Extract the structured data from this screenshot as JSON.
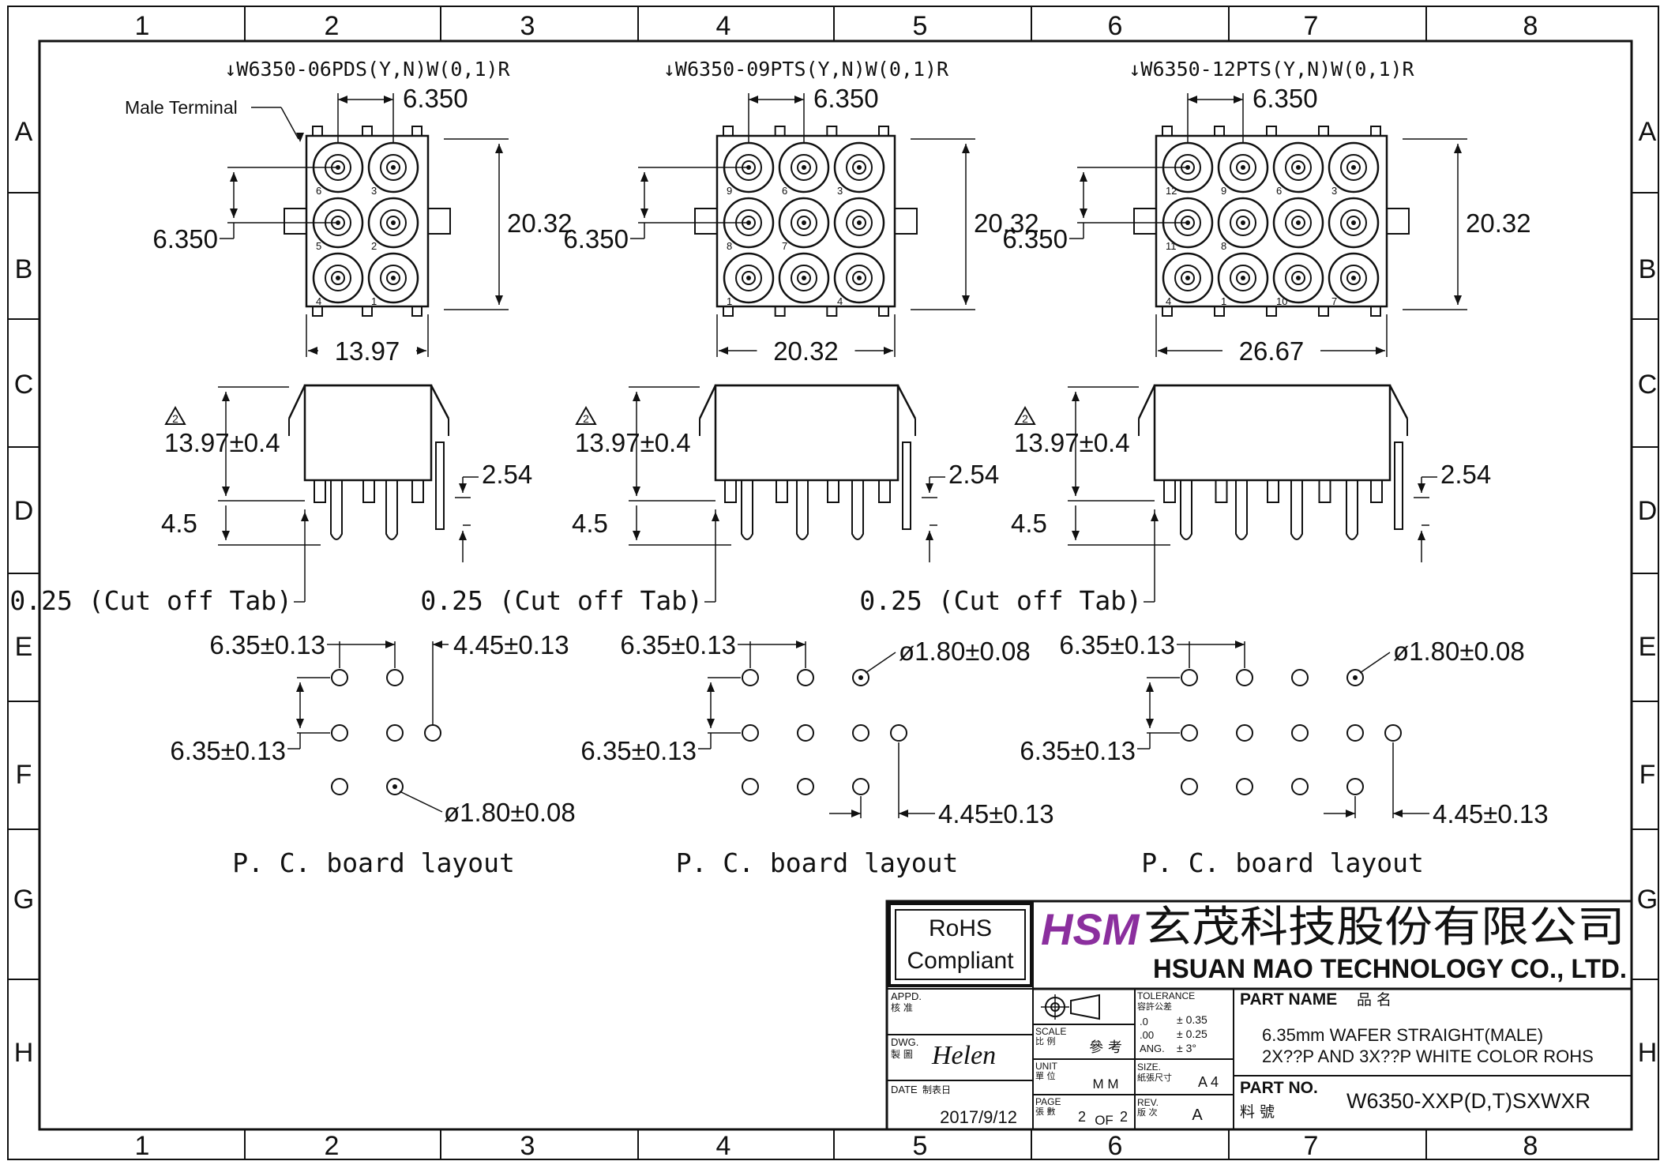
{
  "frame": {
    "columns": [
      "1",
      "2",
      "3",
      "4",
      "5",
      "6",
      "7",
      "8"
    ],
    "rows": [
      "A",
      "B",
      "C",
      "D",
      "E",
      "F",
      "G",
      "H"
    ]
  },
  "variants": [
    {
      "part_code": "↓W6350-06PDS(Y,N)W(0,1)R",
      "male_terminal_label": "Male Terminal",
      "pitch_top": "6.350",
      "pitch_side": "6.350",
      "height_dim": "20.32",
      "width_dim": "13.97",
      "side_height": "13.97±0.4",
      "side_tab": "2.54",
      "side_pin": "4.5",
      "cut_off_tab": "0.25 (Cut off Tab)",
      "rev_mark": "2",
      "pcb_pitch_x": "6.35±0.13",
      "pcb_pitch_y": "6.35±0.13",
      "pcb_offset": "4.45±0.13",
      "pcb_hole": "ø1.80±0.08",
      "pcb_caption": "P. C. board layout",
      "pin_numbers": [
        "6",
        "3",
        "5",
        "2",
        "4",
        "1"
      ]
    },
    {
      "part_code": "↓W6350-09PTS(Y,N)W(0,1)R",
      "pitch_top": "6.350",
      "pitch_side": "6.350",
      "height_dim": "20.32",
      "width_dim": "20.32",
      "side_height": "13.97±0.4",
      "side_tab": "2.54",
      "side_pin": "4.5",
      "cut_off_tab": "0.25 (Cut off Tab)",
      "rev_mark": "2",
      "pcb_pitch_x": "6.35±0.13",
      "pcb_pitch_y": "6.35±0.13",
      "pcb_offset": "4.45±0.13",
      "pcb_hole": "ø1.80±0.08",
      "pcb_caption": "P. C. board layout",
      "pin_numbers": [
        "9",
        "6",
        "3",
        "8",
        "7",
        "4",
        "1"
      ]
    },
    {
      "part_code": "↓W6350-12PTS(Y,N)W(0,1)R",
      "pitch_top": "6.350",
      "pitch_side": "6.350",
      "height_dim": "20.32",
      "width_dim": "26.67",
      "side_height": "13.97±0.4",
      "side_tab": "2.54",
      "side_pin": "4.5",
      "cut_off_tab": "0.25 (Cut off Tab)",
      "rev_mark": "2",
      "pcb_pitch_x": "6.35±0.13",
      "pcb_pitch_y": "6.35±0.13",
      "pcb_offset": "4.45±0.13",
      "pcb_hole": "ø1.80±0.08",
      "pcb_caption": "P. C. board layout",
      "pin_numbers": [
        "12",
        "9",
        "6",
        "3",
        "11",
        "8",
        "10",
        "7",
        "4",
        "1"
      ]
    }
  ],
  "title_block": {
    "rohs_line1": "RoHS",
    "rohs_line2": "Compliant",
    "logo": "HSM",
    "company_cn": "玄茂科技股份有限公司",
    "company_en": "HSUAN MAO TECHNOLOGY CO., LTD.",
    "appd_label": "APPD.",
    "appd_cn": "核 准",
    "dwg_label": "DWG.",
    "dwg_cn": "製 圖",
    "drawn_by": "Helen",
    "date_label": "DATE",
    "date_cn": "制表日",
    "date_value": "2017/9/12",
    "scale_label": "SCALE",
    "scale_cn": "比 例",
    "scale_value": "參 考",
    "unit_label": "UNIT",
    "unit_cn": "單 位",
    "unit_value": "M M",
    "page_label": "PAGE",
    "page_cn": "張 數",
    "page_value": "2",
    "page_of": "OF",
    "page_total": "2",
    "tolerance_label": "TOLERANCE",
    "tolerance_cn": "容許公差",
    "tol_0": ".0",
    "tol_0_val": "± 0.35",
    "tol_00": ".00",
    "tol_00_val": "± 0.25",
    "tol_ang": "ANG.",
    "tol_ang_val": "± 3°",
    "size_label": "SIZE.",
    "size_cn": "紙張尺寸",
    "size_value": "A 4",
    "rev_label": "REV.",
    "rev_cn": "版 次",
    "rev_value": "A",
    "part_name_label": "PART NAME",
    "part_name_cn": "品 名",
    "part_name_line1": "6.35mm WAFER STRAIGHT(MALE)",
    "part_name_line2": "2X??P AND 3X??P WHITE COLOR ROHS",
    "part_no_label": "PART NO.",
    "part_no_cn": "料 號",
    "part_no_value": "W6350-XXP(D,T)SXWXR"
  },
  "colors": {
    "logo": "#8b2f9e",
    "ink": "#111111"
  }
}
